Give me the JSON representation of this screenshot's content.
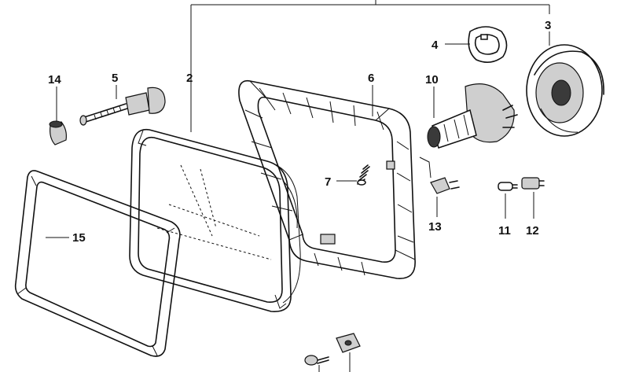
{
  "diagram": {
    "callouts": {
      "n1": "",
      "n2": "2",
      "n3": "3",
      "n4": "4",
      "n5": "5",
      "n6": "6",
      "n7": "7",
      "n10": "10",
      "n11": "11",
      "n12": "12",
      "n13": "13",
      "n14": "14",
      "n15": "15"
    },
    "parts": [
      "sealing-frame",
      "headlight-insert",
      "mounting-frame",
      "h4-bulb",
      "bulb-retaining-ring",
      "rubber-cover-cap",
      "adjusting-screw",
      "spring",
      "rubber-nut",
      "bulb-socket",
      "parking-bulb",
      "bulb-holder",
      "screw",
      "clip-nut"
    ]
  }
}
